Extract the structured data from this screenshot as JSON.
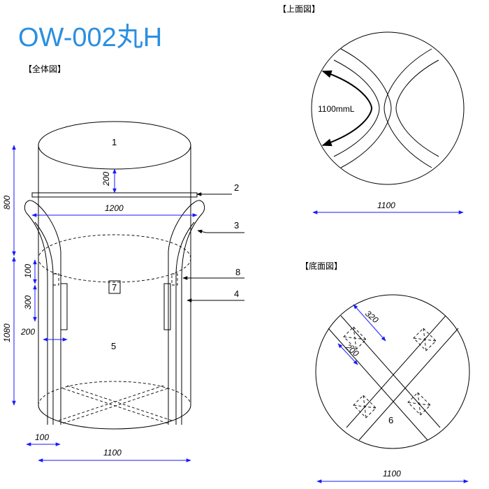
{
  "title": "OW-002丸H",
  "sections": {
    "overall": "【全体図】",
    "top": "【上面図】",
    "bottom": "【底面図】"
  },
  "overall": {
    "callouts": [
      "1",
      "2",
      "3",
      "4",
      "5",
      "7",
      "8"
    ],
    "dims": {
      "d200_top": "200",
      "d1200": "1200",
      "d800": "800",
      "d100_left": "100",
      "d300": "300",
      "d1080": "1080",
      "d200_left": "200",
      "d100_bottom": "100",
      "d1100": "1100"
    }
  },
  "top_view": {
    "loop_label": "1100mmL",
    "width": "1100"
  },
  "bottom_view": {
    "callout": "6",
    "d320": "320",
    "d200": "200",
    "width": "1100"
  },
  "colors": {
    "title": "#2a8fe0",
    "dimension_lines": "#1a1aff"
  }
}
